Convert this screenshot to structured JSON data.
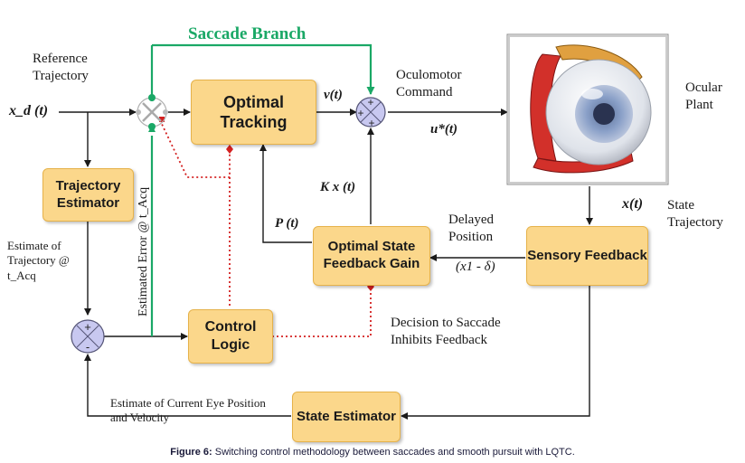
{
  "title": "Saccade Branch",
  "blocks": {
    "optimal_tracking": "Optimal Tracking",
    "trajectory_estimator": "Trajectory Estimator",
    "control_logic": "Control Logic",
    "optimal_state_feedback_gain": "Optimal State Feedback Gain",
    "sensory_feedback": "Sensory Feedback",
    "state_estimator": "State Estimator"
  },
  "labels": {
    "reference_trajectory": "Reference Trajectory",
    "xd_t": "x_d (t)",
    "v_t": "v(t)",
    "oculomotor_command": "Oculomotor Command",
    "u_star_t": "u*(t)",
    "ocular_plant": "Ocular Plant",
    "x_t": "x(t)",
    "state_trajectory": "State Trajectory",
    "kx_t": "K x (t)",
    "p_t": "P (t)",
    "delayed_position": "Delayed Position",
    "x1_delta": "(x1 - δ)",
    "estimate_of_trajectory": "Estimate of Trajectory @ t_Acq",
    "estimated_error": "Estimated Error @ t_Acq",
    "decision": "Decision to Saccade Inhibits Feedback",
    "estimate_current_eye": "Estimate of Current Eye Position and Velocity"
  },
  "caption": {
    "prefix": "Figure 6:",
    "text": "Switching control methodology between saccades and smooth pursuit with LQTC."
  },
  "colors": {
    "block_fill": "#fbd78b",
    "saccade_green": "#1aa866",
    "decision_red": "#d42020",
    "summing_fill": "#c8c8f0"
  }
}
